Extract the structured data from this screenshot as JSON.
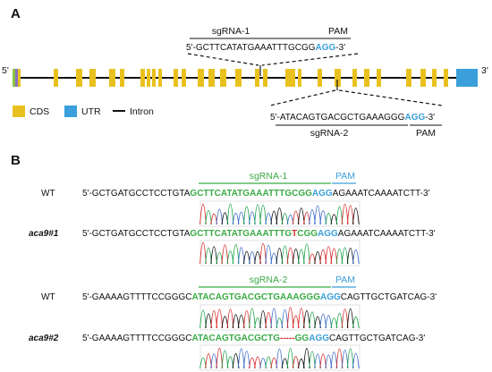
{
  "panels": {
    "a": "A",
    "b": "B"
  },
  "gene": {
    "five_prime": "5'",
    "three_prime": "3'"
  },
  "legend": {
    "cds": "CDS",
    "utr": "UTR",
    "intron": "Intron"
  },
  "colors": {
    "cds": "#E9C11E",
    "utr": "#3A9FDB",
    "five_utr_green": "#88C642",
    "five_utr_purple": "#8A6FC0",
    "sgrna_green": "#3BAA45",
    "pam_blue": "#3A9FDB",
    "deletion_red": "#D62A2A",
    "trace_a": "#1FA34A",
    "trace_c": "#3B6CC9",
    "trace_g": "#111111",
    "trace_t": "#D62A2A"
  },
  "sgrna1": {
    "label": "sgRNA-1",
    "pam": "PAM",
    "prefix": "5'-",
    "target": "GCTTCATATGAAATTTGCGG",
    "pam_seq": "AGG",
    "suffix": "-3'"
  },
  "sgrna2": {
    "label": "sgRNA-2",
    "pam": "PAM",
    "prefix": "5'-",
    "target": "ATACAGTGACGCTGAAAGGG",
    "pam_seq": "AGG",
    "suffix": "-3'"
  },
  "alignments": [
    {
      "sgrna_label": "sgRNA-1",
      "pam_label": "PAM",
      "rows": [
        {
          "sample": "WT",
          "italic": false,
          "parts": [
            {
              "text": "5'-GCTGATGCCTCCTGTA",
              "style": "plain"
            },
            {
              "text": "GCTTCATATGAAATTTGCGG",
              "style": "green"
            },
            {
              "text": "AGG",
              "style": "blue"
            },
            {
              "text": "AGAAATCAAAATCTT-3'",
              "style": "plain"
            }
          ]
        },
        {
          "sample": "aca9#1",
          "italic": true,
          "parts": [
            {
              "text": "5'-GCTGATGCCTCCTGTA",
              "style": "plain"
            },
            {
              "text": "GCTTCATATGAAATTTG",
              "style": "green"
            },
            {
              "text": "T",
              "style": "red"
            },
            {
              "text": "CGG",
              "style": "green"
            },
            {
              "text": "AGG",
              "style": "blue"
            },
            {
              "text": "AGAAATCAAAATCTT-3'",
              "style": "plain"
            }
          ]
        }
      ]
    },
    {
      "sgrna_label": "sgRNA-2",
      "pam_label": "PAM",
      "rows": [
        {
          "sample": "WT",
          "italic": false,
          "parts": [
            {
              "text": "5'-GAAAAGTTTTCCGGGC",
              "style": "plain"
            },
            {
              "text": "ATACAGTGACGCTGAAAGGG",
              "style": "green"
            },
            {
              "text": "AGG",
              "style": "blue"
            },
            {
              "text": "CAGTTGCTGATCAG-3'",
              "style": "plain"
            }
          ]
        },
        {
          "sample": "aca9#2",
          "italic": true,
          "parts": [
            {
              "text": "5'-GAAAAGTTTTCCGGGC",
              "style": "plain"
            },
            {
              "text": "ATACAGTGACGCTG",
              "style": "green"
            },
            {
              "text": "-----",
              "style": "red"
            },
            {
              "text": "GG",
              "style": "green"
            },
            {
              "text": "AGG",
              "style": "blue"
            },
            {
              "text": "CAGTTGCTGATCAG-3'",
              "style": "plain"
            }
          ]
        }
      ]
    }
  ]
}
